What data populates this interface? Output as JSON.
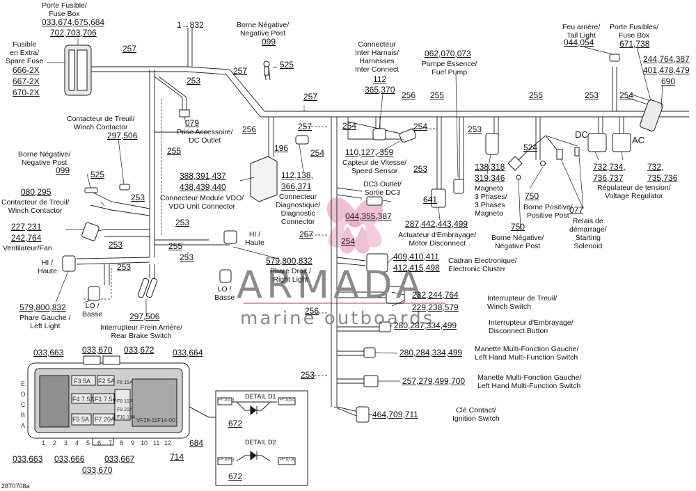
{
  "labels": {
    "porte_fusible_box": "Porte Fusible/\nFuse Box",
    "fusible_extra": "Fusible\nen Extra/\nSpare Fuse",
    "arrow_832": "1→832",
    "borne_neg_post_top": "Borne Négative/\nNegative Post",
    "connecteur_inter": "Connecteur\nInter Harnais/\nHarnesses\nInter Connect",
    "pompe_essence": "Pompe Essence/\nFuel Pump",
    "feu_arriere": "Feu arrière/\nTail Light",
    "porte_fusibles_box": "Porte Fusibles/\nFuse Box",
    "contacteur_treuil_top": "Contacteur de Treuil/\nWinch Contactor",
    "prise_accessoire": "Prise Accessoire/\nDC Outlet",
    "borne_neg_post_left": "Borne Négative/\nNegative Post",
    "contacteur_treuil_left": "Contacteur de Treuil/\nWinch Contactor",
    "ventilateur": "Ventilateur/Fan",
    "connecteur_module": "Connecteur Module VDO/\nVDO Unit Connector",
    "connecteur_diag": "Connecteur\nDiagnostique/\nDiagnostic\nConnector",
    "capteur_vitesse": "Capteur de Vitesse/\nSpeed Sensor",
    "dc3_outlet": "DC3 Outlet/\nSortie DC3",
    "magneto": "Magneto\n3 Phases/\n3 Phases\nMagneto",
    "dc": "DC",
    "ac": "AC",
    "regulateur": "Régulateur de tension/\nVoltage Regulator",
    "borne_pos": "Borne Positive/\nPositive Post",
    "relais": "Relais de\ndémarrage/\nStarting\nSolenoid",
    "borne_neg_right": "Borne Négative/\nNegative Post",
    "actuateur": "Actuateur d'Embrayage/\nMotor Disconnect",
    "hi_haute_mid": "HI /\nHaute",
    "hi_haute_left": "HI /\nHaute",
    "phare_droit": "Phare Droit /\nRight Light",
    "lo_basse_mid": "LO /\nBasse",
    "lo_basse_left": "LO /\nBasse",
    "phare_gauche": "Phare Gauche /\nLeft Light",
    "interrupteur_frein": "Interrupteur Frein Arrière/\nRear Brake Switch",
    "cadran": "Cadran Electronique/\nElectronic Cluster",
    "interrupteur_treuil": "Interrupteur de Treuil/\nWinch Switch",
    "interrupteur_embrayage": "Interrupteur d'Embrayage/\nDisconnect Button",
    "manette_1": "Manette Multi-Fonction Gauche/\nLeft Hand Multi-Function Switch",
    "manette_2": "Manette Multi-Fonction Gauche/\nLeft Hand Multi-Function Switch",
    "cle_contact": "Clé Contact/\nIgnition Switch",
    "detail_d1": "DETAIL D1",
    "detail_d2": "DETAIL D2",
    "figure_code": "28T0708a"
  },
  "part_numbers": {
    "fuse_box_a": "033,674,675,684",
    "fuse_box_b": "702,703,706",
    "spare_1": "666-2X",
    "spare_2": "667-2X",
    "spare_3": "670-2X",
    "neg_post_top": "099",
    "neg_post_525": "525",
    "inter_112": "112",
    "inter_365": "365,370",
    "pump_nums": "062,070,073",
    "tail_light": "044,054",
    "fuse_box_r": "671,738",
    "rr_a": "244,764,387",
    "rr_b": "401,478,479",
    "rr_c": "690",
    "winch_contactor": "297,506",
    "dc_outlet": "079",
    "neg_post_left": "099",
    "neg_post_left_525": "525",
    "winch_left": "080,295",
    "fan_a": "227,231",
    "fan_b": "242,764",
    "vdo_a": "388,391,437",
    "vdo_b": "438,439,440",
    "num_196": "196",
    "diag_a": "112,138,",
    "diag_b": "366,371",
    "speed": "110,127, 359",
    "dc3_641": "641",
    "dc3_044": "044,355,387",
    "magneto_a": "138,318",
    "magneto_b": "319,346",
    "reg_left_a": "732,734,",
    "reg_left_b": "736,737",
    "reg_right_a": "732,",
    "reg_right_b": "735,736",
    "num_524": "524",
    "num_750a": "750",
    "num_750b": "750",
    "num_077": "077",
    "actuator": "287,442,443,499",
    "right_light": "579,800,832",
    "left_light": "579,800,832",
    "brake": "297,506",
    "cluster_a": "409,410,411",
    "cluster_b": "412,415,498",
    "winch_sw_a": "232,244,764",
    "winch_sw_b": "229,238,579",
    "disconnect": "280,287,334,499",
    "mfs_1": "280,284,334,499",
    "mfs_2": "257,279,499,700",
    "ignition": "464,709,711",
    "fb_1": "033,663",
    "fb_2": "033,670",
    "fb_3": "033,672",
    "fb_4": "033,664",
    "fb_5": "033,663",
    "fb_6": "033,666",
    "fb_7": "033,667",
    "fb_8": "033,670",
    "fb_684": "684",
    "fb_714": "714",
    "d1_672": "672",
    "d2_672": "672"
  },
  "harness_numbers": {
    "h257_a": "257",
    "h253_a": "253",
    "h257_b": "257",
    "h257_c": "257",
    "h256_a": "256",
    "h255_a": "255",
    "h255_b": "255",
    "h254_a": "254",
    "h253_b": "253",
    "h256_b": "256",
    "h257_d": "257",
    "h254_b": "254",
    "h254_c": "254",
    "h254_d": "254",
    "h253_c": "253",
    "h253_d": "253",
    "h255_c": "255",
    "h253_e": "253",
    "h253_f": "253",
    "h253_g": "253",
    "h255_d": "255",
    "h253_h": "253",
    "h257_e": "257",
    "h254_e": "254",
    "h256_c": "256",
    "h253_i": "253"
  },
  "fuse_box_detail": {
    "ratings": [
      "F3 5A",
      "F2 5A",
      "F6 15A",
      "F9 20A",
      "F4 7.5A",
      "F1 7.5A",
      "F8 15A",
      "F5 5A",
      "F7 20A",
      "F10 15A"
    ],
    "part_code": "VF28-11F14-001",
    "columns": [
      "1",
      "2",
      "3",
      "4",
      "5",
      "6",
      "7",
      "8",
      "9",
      "10",
      "11",
      "12"
    ],
    "rows": [
      "E",
      "D",
      "C",
      "B",
      "A"
    ]
  },
  "detail_labels": {
    "pf1_b3": "PF1(B3)",
    "pf1_b2": "PF1(B2)",
    "pf1_b5": "PF1(B5)",
    "pf1_c4": "PF1(C4)"
  },
  "watermark": {
    "line1": "ARMADA",
    "line2": "marine outboards"
  },
  "colors": {
    "line": "#1a1a1a",
    "harness_fill": "#ffffff",
    "fusebox_fill": "#d9d9d9",
    "watermark_pink": "#e394b6",
    "watermark_gray": "#8a8a8a"
  }
}
